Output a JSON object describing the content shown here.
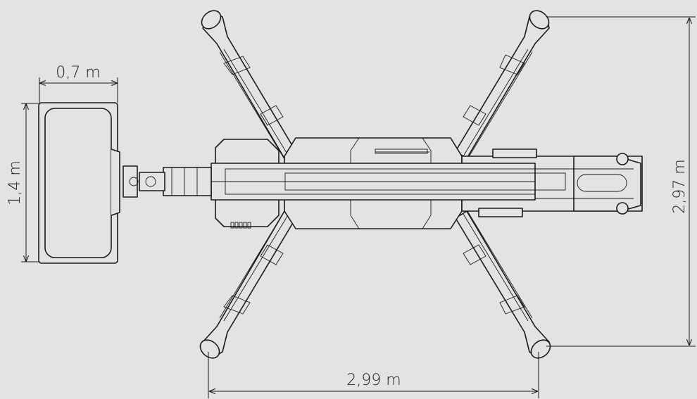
{
  "dimensions": {
    "basket_width": "0,7 m",
    "basket_length": "1,4 m",
    "outrigger_span_height": "2,97 m",
    "outrigger_span_width": "2,99 m"
  },
  "colors": {
    "background": "#e2e3e4",
    "line": "#1a1a1a"
  }
}
